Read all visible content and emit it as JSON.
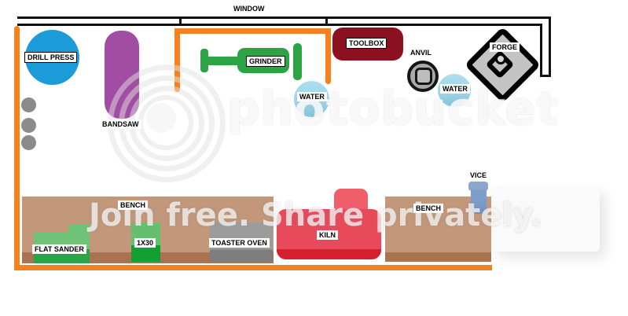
{
  "window": {
    "label": "WINDOW"
  },
  "room": {
    "wall_color": "#111111",
    "outline_color": "#F6821F"
  },
  "equipment": {
    "drill_press": {
      "label": "DRILL PRESS",
      "color": "#1B9BD8"
    },
    "bandsaw": {
      "label": "BANDSAW",
      "color": "#A04DA3"
    },
    "grinder": {
      "label": "GRINDER",
      "color": "#2CA444"
    },
    "water_grinder": {
      "label": "WATER",
      "color": "#A7DAEC"
    },
    "toolbox": {
      "label": "TOOLBOX",
      "color": "#8C1120"
    },
    "anvil": {
      "label": "ANVIL",
      "color": "#A9A9A9"
    },
    "water_forge": {
      "label": "WATER",
      "color": "#A7DAEC"
    },
    "forge": {
      "label": "FORGE",
      "color": "#C3C3C3"
    },
    "bench_left": {
      "label": "BENCH",
      "color": "#C2977A"
    },
    "flat_sander": {
      "label": "FLAT SANDER",
      "color": "#6FC377"
    },
    "belt_1x30": {
      "label": "1X30",
      "color": "#28A547"
    },
    "toaster_oven": {
      "label": "TOASTER OVEN",
      "color": "#9C9C9C"
    },
    "kiln": {
      "label": "KILN",
      "color": "#E84A5C"
    },
    "bench_right": {
      "label": "BENCH",
      "color": "#C2977A"
    },
    "vice": {
      "label": "VICE",
      "color": "#7A9BC8"
    }
  },
  "watermark": {
    "logo_text": "photobucket",
    "tagline": "Join free. Share privately."
  }
}
